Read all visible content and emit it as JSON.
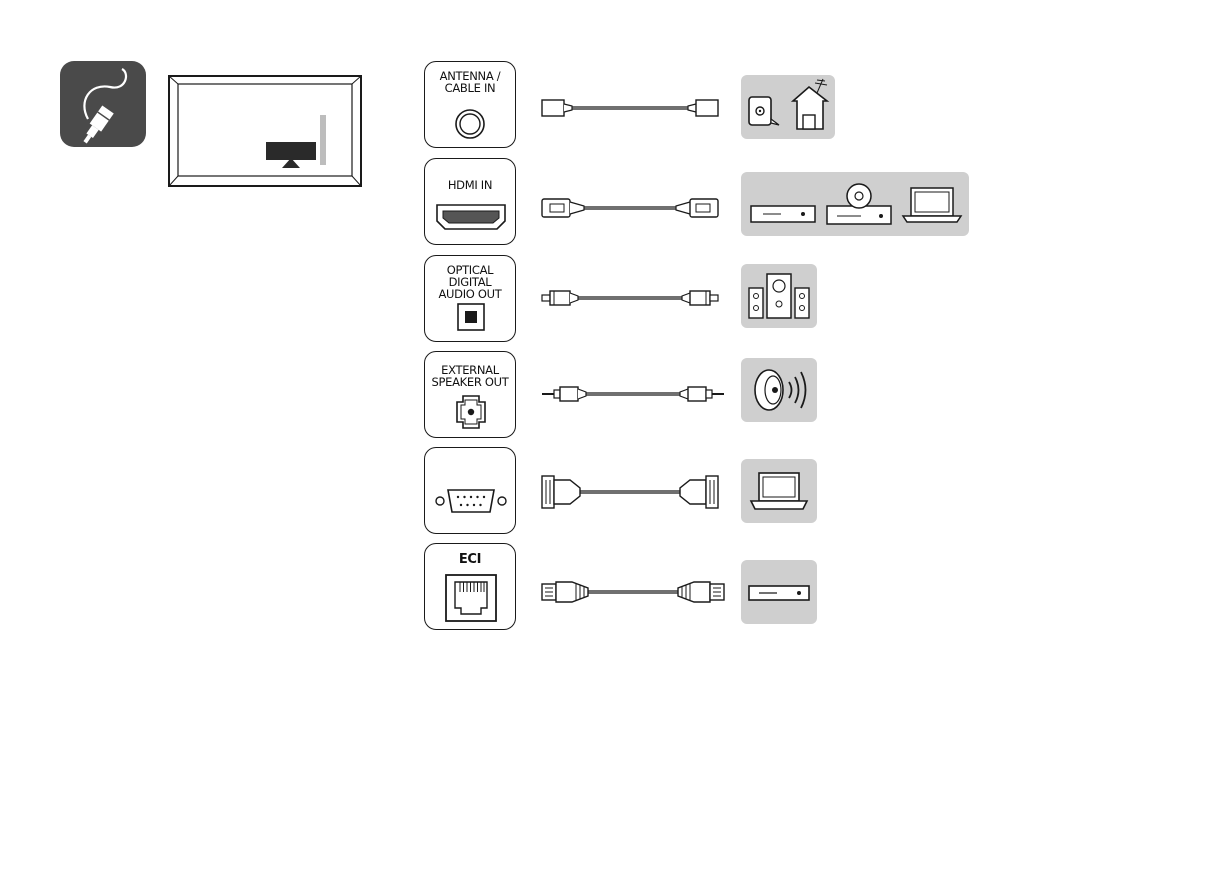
{
  "ports": [
    {
      "id": "antenna",
      "label": "ANTENNA /\nCABLE IN",
      "connector_icon": "coax-connector-icon",
      "cable_icon": "coax-cable-icon",
      "device_icon": "antenna-house-icon"
    },
    {
      "id": "hdmi",
      "label": "HDMI IN",
      "connector_icon": "hdmi-port-icon",
      "cable_icon": "hdmi-cable-icon",
      "device_icon": "av-devices-icon"
    },
    {
      "id": "optical",
      "label": "OPTICAL\nDIGITAL\nAUDIO OUT",
      "connector_icon": "optical-port-icon",
      "cable_icon": "optical-cable-icon",
      "device_icon": "speaker-system-icon"
    },
    {
      "id": "speaker",
      "label": "EXTERNAL\nSPEAKER OUT",
      "connector_icon": "speaker-jack-icon",
      "cable_icon": "audio-cable-icon",
      "device_icon": "speaker-sound-icon"
    },
    {
      "id": "rs232",
      "label": "",
      "connector_icon": "rs232-port-icon",
      "cable_icon": "rs232-cable-icon",
      "device_icon": "laptop-icon"
    },
    {
      "id": "eci",
      "label": "ECI",
      "connector_icon": "rj45-port-icon",
      "cable_icon": "ethernet-cable-icon",
      "device_icon": "set-top-box-icon"
    }
  ],
  "colors": {
    "icon_bg": "#4a4a4a",
    "device_bg": "#cfcfcf",
    "line": "#1a1a1a"
  }
}
